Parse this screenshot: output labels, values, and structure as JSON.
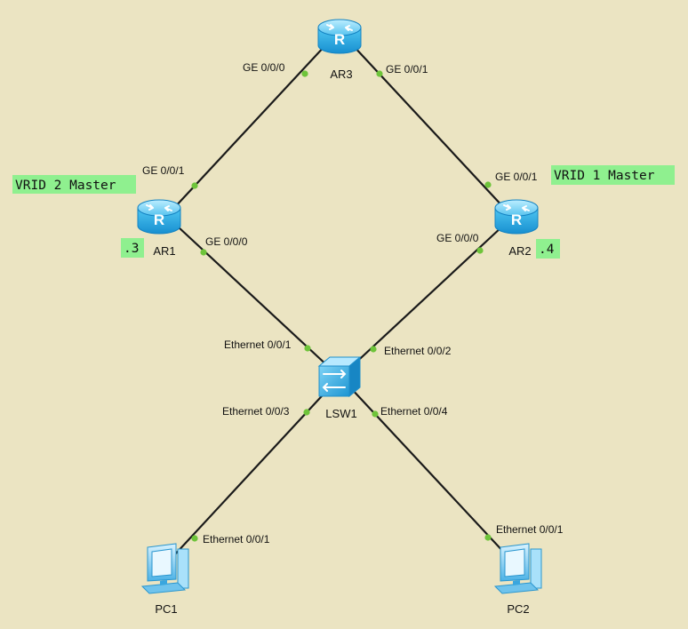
{
  "devices": {
    "ar3": {
      "label": "AR3",
      "kind": "router"
    },
    "ar1": {
      "label": "AR1",
      "kind": "router"
    },
    "ar2": {
      "label": "AR2",
      "kind": "router"
    },
    "lsw1": {
      "label": "LSW1",
      "kind": "switch"
    },
    "pc1": {
      "label": "PC1",
      "kind": "pc"
    },
    "pc2": {
      "label": "PC2",
      "kind": "pc"
    }
  },
  "ports": {
    "ar3_g000": "GE 0/0/0",
    "ar3_g001": "GE 0/0/1",
    "ar1_g001": "GE 0/0/1",
    "ar1_g000": "GE 0/0/0",
    "ar2_g001": "GE 0/0/1",
    "ar2_g000": "GE 0/0/0",
    "lsw1_e001": "Ethernet 0/0/1",
    "lsw1_e002": "Ethernet 0/0/2",
    "lsw1_e003": "Ethernet 0/0/3",
    "lsw1_e004": "Ethernet 0/0/4",
    "pc1_e001": "Ethernet 0/0/1",
    "pc2_e001": "Ethernet 0/0/1"
  },
  "notes": {
    "vrid2": "VRID 2 Master",
    "vrid1": "VRID 1 Master",
    "ar1_addr": ".3",
    "ar2_addr": ".4"
  },
  "colors": {
    "background": "#ebe4c2",
    "router": "#2fb3e8",
    "link": "#1a1a1a",
    "port_dot": "#6ec43a",
    "note_highlight": "#8ff08f"
  }
}
